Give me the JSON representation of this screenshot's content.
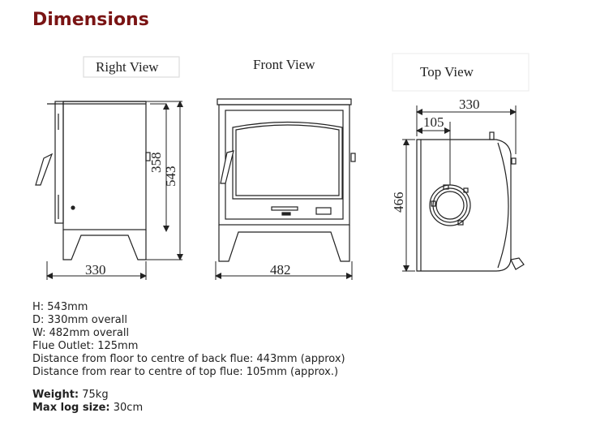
{
  "heading": "Dimensions",
  "views": {
    "right": "Right View",
    "front": "Front View",
    "top": "Top View"
  },
  "dims": {
    "right_depth": "330",
    "right_height_inner": "358",
    "right_height": "543",
    "front_width": "482",
    "top_depth": "330",
    "top_offset": "105",
    "top_width": "466"
  },
  "specs": [
    "H: 543mm",
    "D: 330mm overall",
    "W: 482mm overall",
    "Flue Outlet: 125mm",
    "Distance from floor to centre of back flue: 443mm (approx)",
    "Distance from rear to centre of top flue: 105mm (approx.)"
  ],
  "extra": {
    "weight_label": "Weight:",
    "weight_value": " 75kg",
    "log_label": "Max log size:",
    "log_value": " 30cm"
  }
}
